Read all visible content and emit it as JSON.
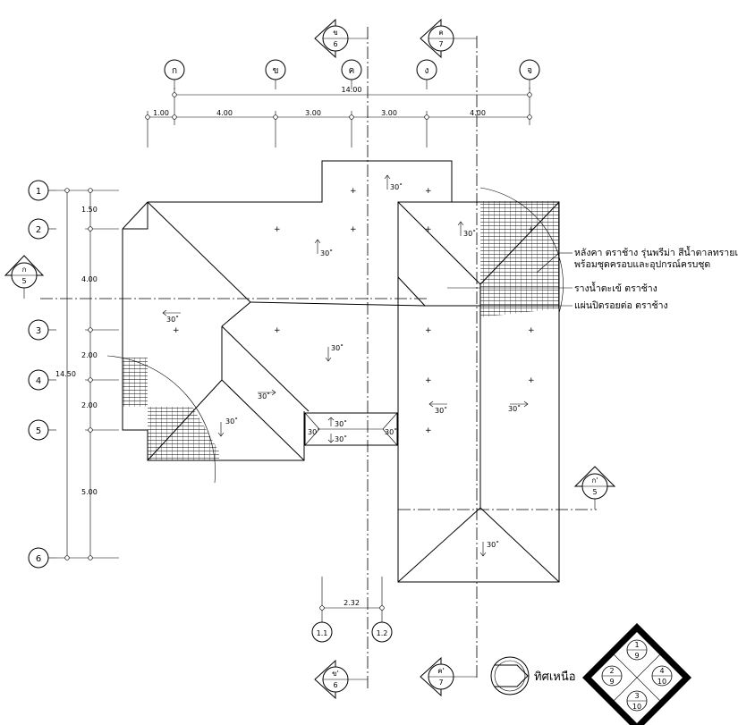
{
  "grid": {
    "columns": [
      "ก",
      "ข",
      "ค",
      "ง",
      "จ"
    ],
    "rows": [
      "1",
      "2",
      "3",
      "4",
      "5",
      "6"
    ],
    "sub_columns": [
      "1.1",
      "1.2"
    ]
  },
  "dimensions": {
    "overall_width": "14.00",
    "spans": [
      "1.00",
      "4.00",
      "3.00",
      "3.00",
      "4.00"
    ],
    "overall_depth": "14.50",
    "row_spans": [
      "1.50",
      "4.00",
      "2.00",
      "2.00",
      "5.00"
    ],
    "sub_span": "2.32"
  },
  "sections": {
    "top_left": {
      "letter": "ข",
      "number": "6"
    },
    "top_right": {
      "letter": "ค",
      "number": "7"
    },
    "bottom_left": {
      "letter": "ข'",
      "number": "6"
    },
    "bottom_right": {
      "letter": "ค'",
      "number": "7"
    },
    "left": {
      "letter": "ก",
      "number": "5"
    },
    "right": {
      "letter": "ก'",
      "number": "5"
    }
  },
  "slope_label": "30˚",
  "notes": {
    "roof_tile_line1": "หลังคา ตราช้าง รุ่นพรีม่า สีน้ำตาลทรายแก้ว",
    "roof_tile_line2": "พร้อมชุดครอบและอุปกรณ์ครบชุด",
    "gutter": "รางน้ำตะเข้ ตราช้าง",
    "flashing": "แผ่นปิดรอยต่อ ตราช้าง"
  },
  "north": {
    "label": "ทิศเหนือ"
  },
  "key_plan": {
    "top": [
      "1",
      "9"
    ],
    "left": [
      "2",
      "9"
    ],
    "right": [
      "4",
      "10"
    ],
    "bottom": [
      "3",
      "10"
    ]
  }
}
